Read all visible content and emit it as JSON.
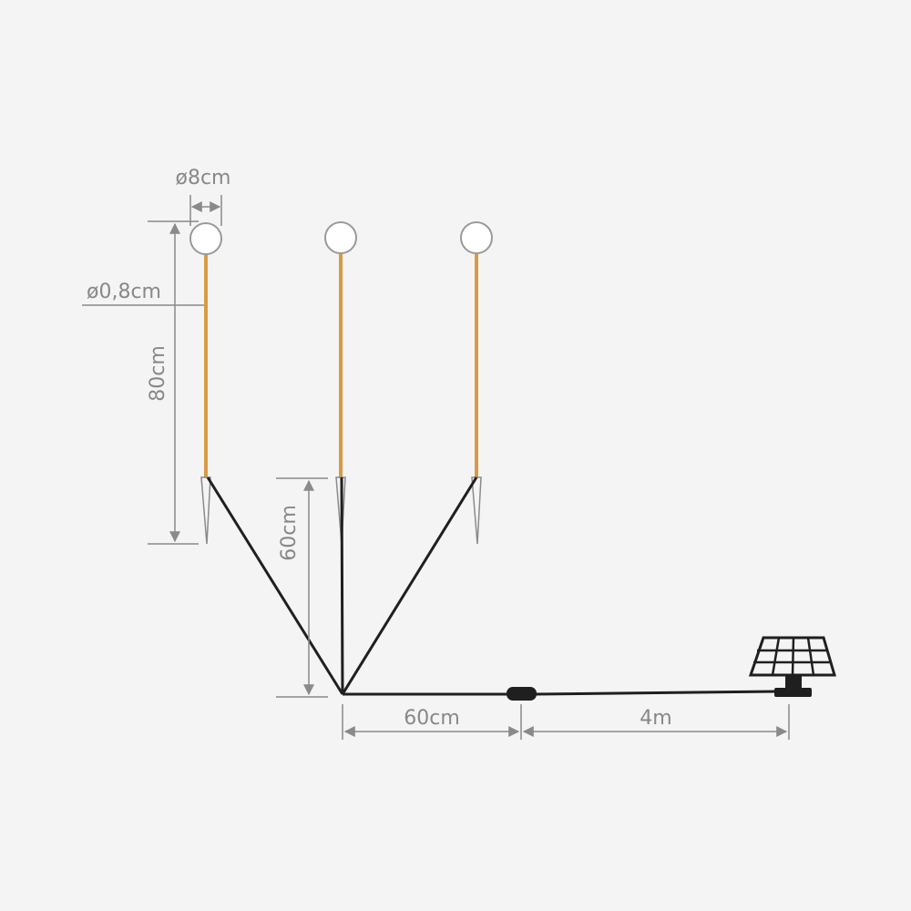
{
  "dimensions": {
    "globe_diameter": "ø8cm",
    "rod_diameter": "ø0,8cm",
    "pole_height": "80cm",
    "spread_height": "60cm",
    "cable_to_connector": "60cm",
    "cable_to_panel": "4m"
  },
  "colors": {
    "background": "#f4f4f4",
    "rod": "#d99a45",
    "cable": "#1f1f1f",
    "dimension_line": "#8a8a8a",
    "globe_fill": "#ffffff",
    "globe_stroke": "#9a9a9a",
    "stake": "#8a8a8a",
    "panel": "#1f1f1f"
  },
  "icons": [
    "globe-lamp-icon",
    "ground-stake-icon",
    "cable-connector-icon",
    "solar-panel-icon"
  ]
}
